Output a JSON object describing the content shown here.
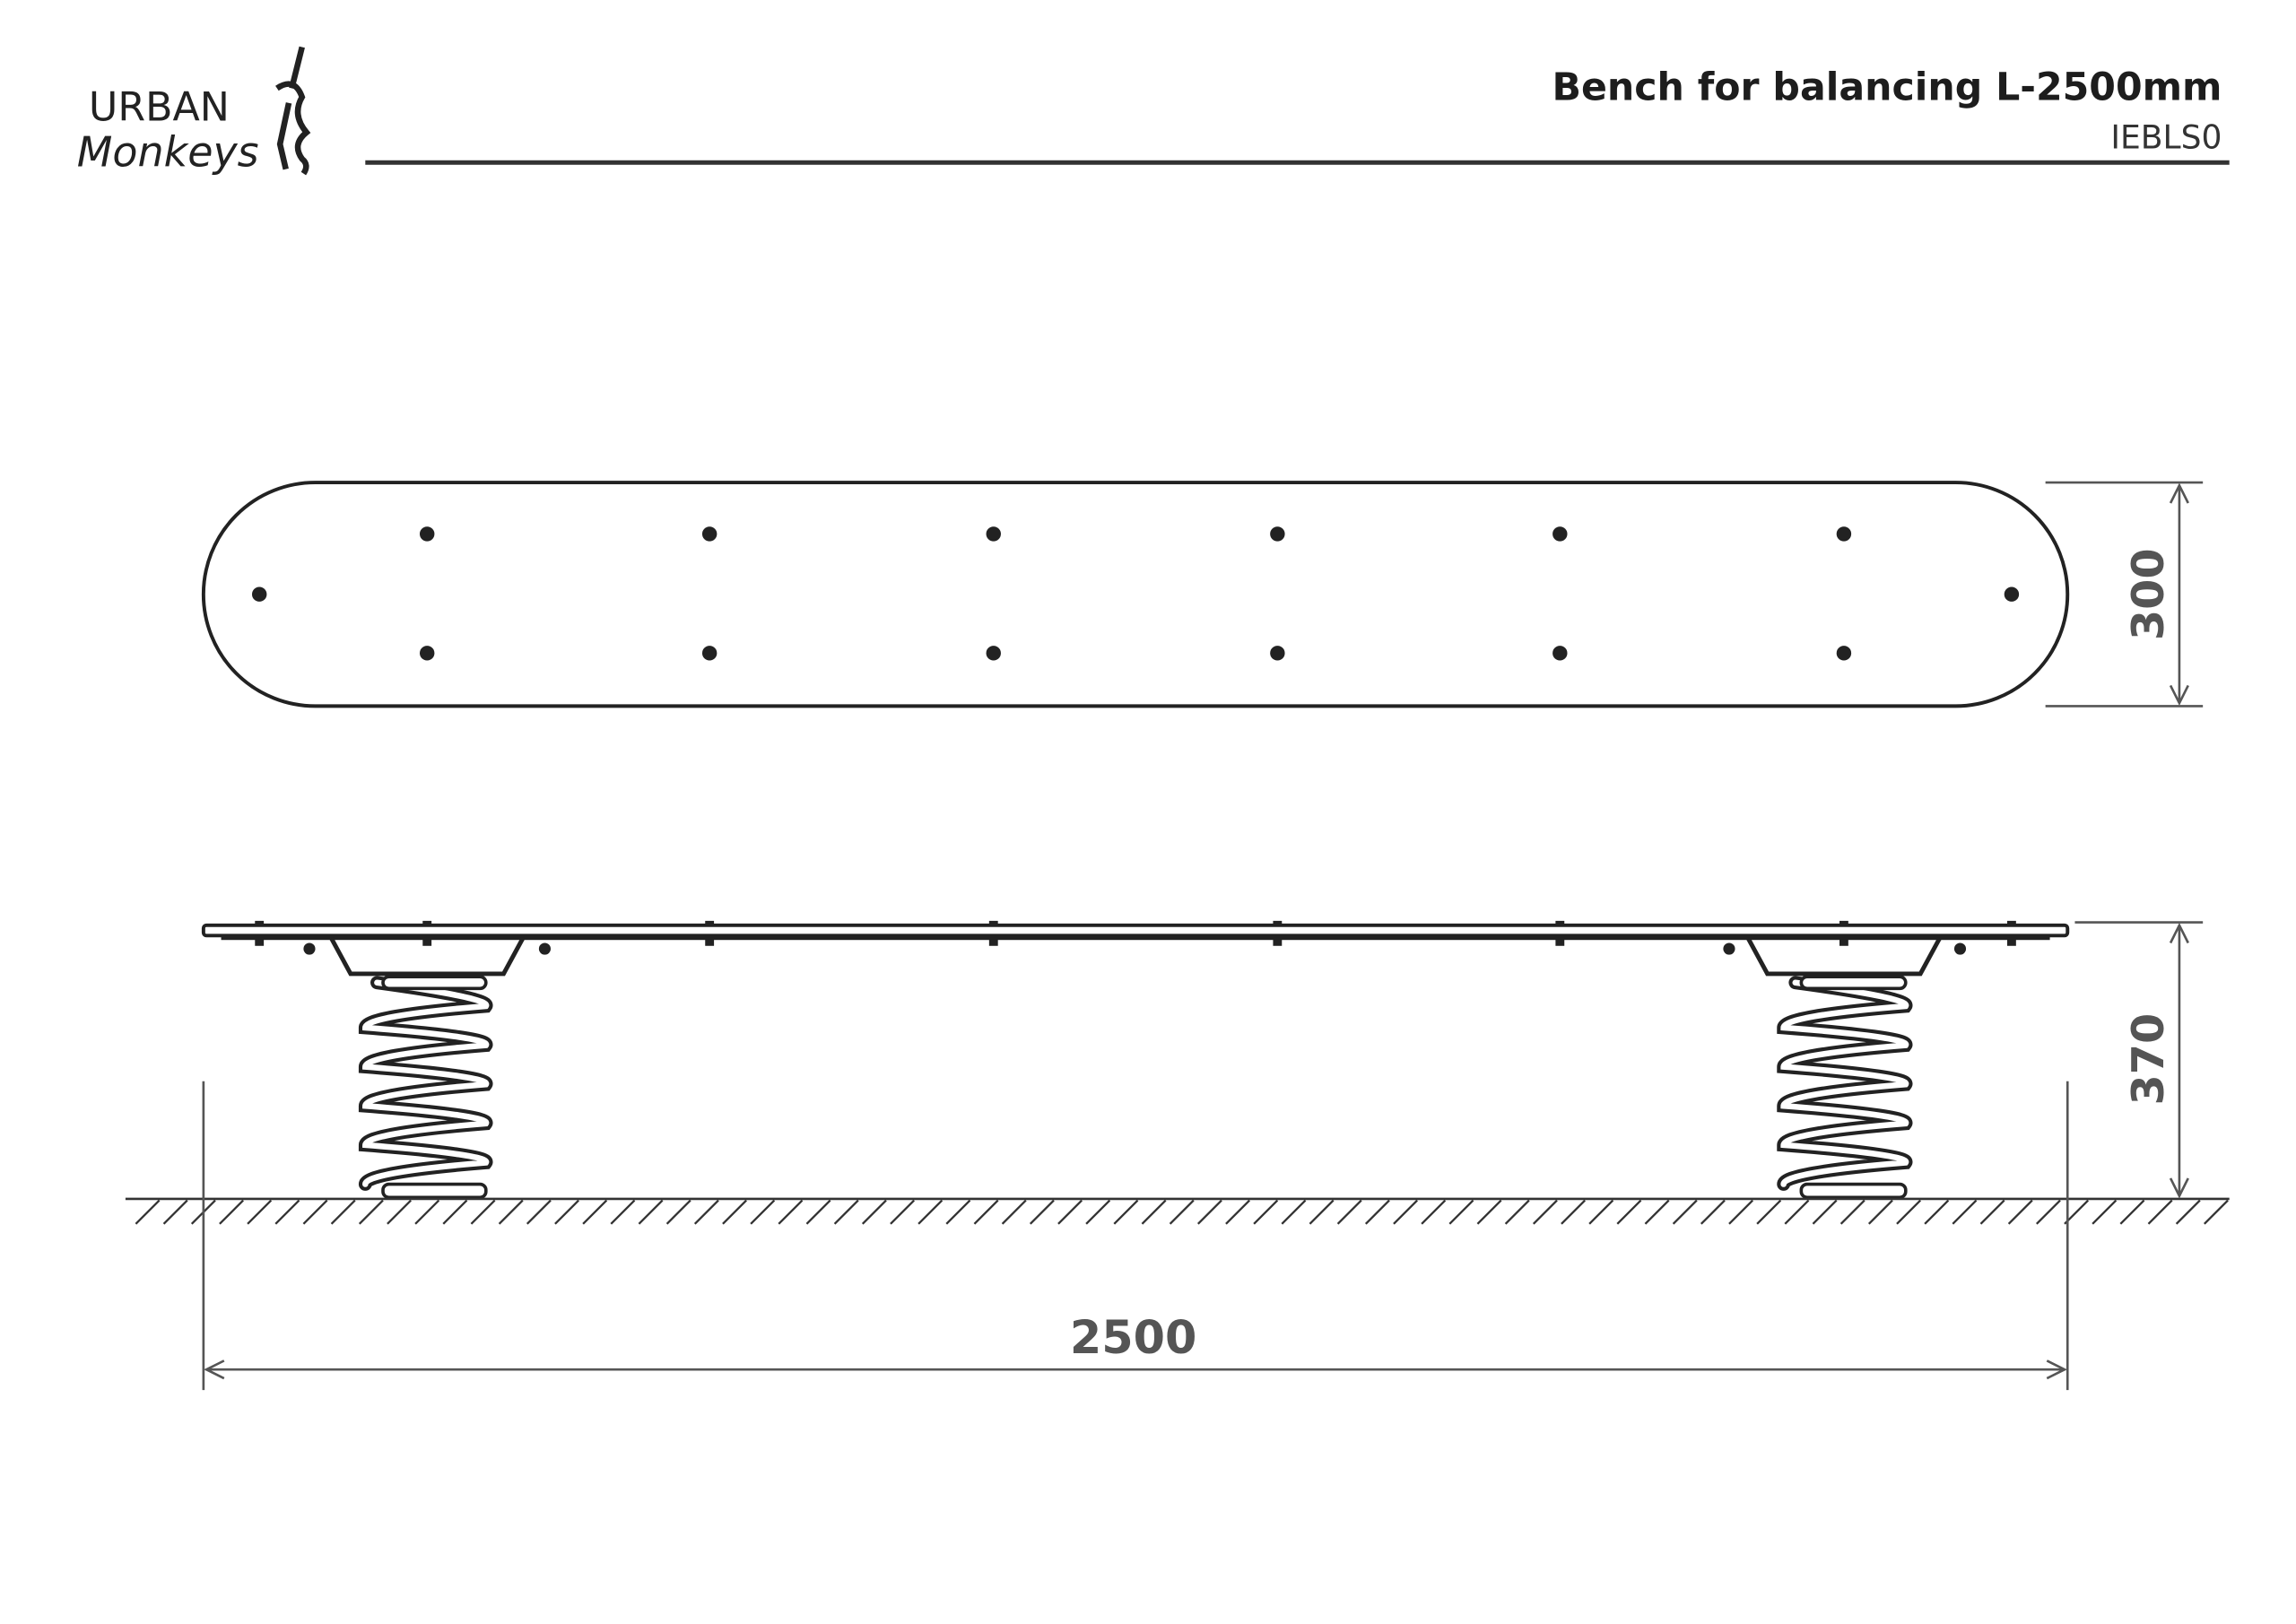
{
  "header": {
    "title": "Bench for balancing L-2500mm",
    "code": "IEBLS0"
  },
  "logo": {
    "line1": "URBAN",
    "line2": "Monkeys"
  },
  "dimensions": {
    "width": "300",
    "height": "370",
    "length": "2500"
  },
  "colors": {
    "ink": "#222222",
    "dimension": "#555555"
  }
}
